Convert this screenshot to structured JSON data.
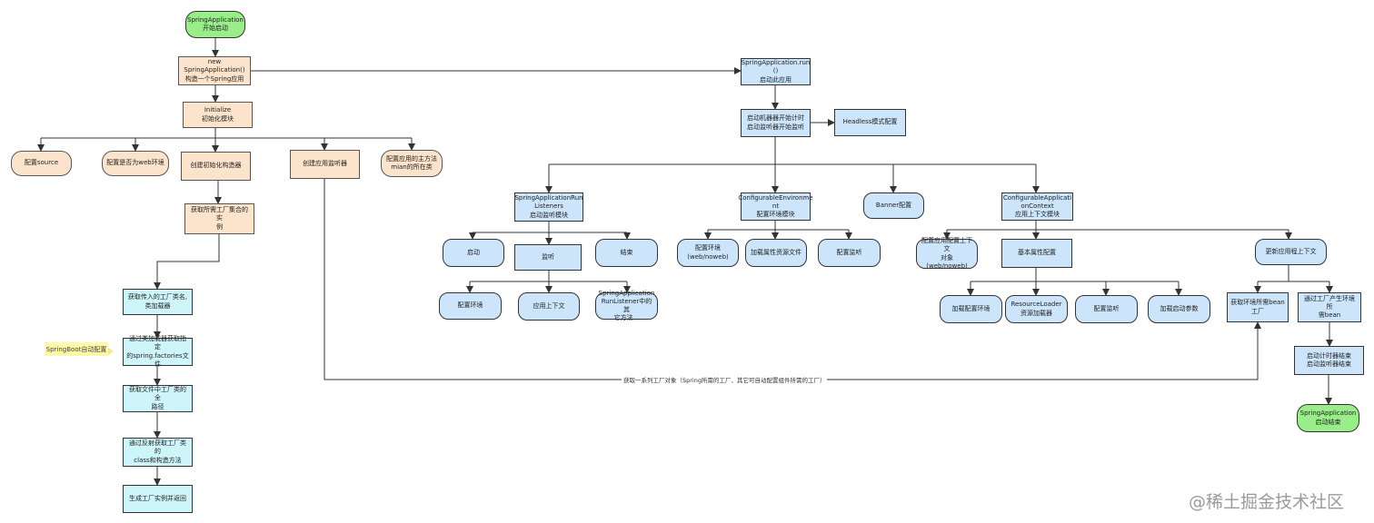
{
  "nodes": {
    "start": "SpringApplication\n开始启动",
    "new_app": "new\nSpringApplication()\n构造一个Spring应用",
    "initialize": "Initialize\n初始化模块",
    "config_source": "配置source",
    "config_web": "配置是否为web环境",
    "create_initializer": "创建初始化构造器",
    "create_listener": "创建应用监听器",
    "config_main": "配置应用的主方法\nmian的所在类",
    "get_factory_set": "获取所需工厂集合的实\n例",
    "get_factory_names": "获取传入的工厂类名,\n类加载器",
    "load_factories": "通过类加载器获取指定\n的spring.factories文件",
    "get_full_path": "获取文件中工厂类的全\n路径",
    "reflect_class": "通过反射获取工厂类的\nclass和构造方法",
    "create_instance": "生成工厂实例并返回",
    "run": "SpringApplication.run\n()\n启动此应用",
    "start_timer": "启动机器器开始计时\n启动监听器开始监听",
    "headless": "Headless模式配置",
    "run_listeners": "SpringApplicationRun\nListeners\n启动监听模块",
    "config_env": "ConfigurableEnvironme\nnt\n配置环境模块",
    "banner": "Banner配置",
    "config_ctx": "ConfigurableApplicati\nonContext\n应用上下文模块",
    "l_start": "启动",
    "l_listen": "监听",
    "l_end": "结束",
    "l_env": "配置环境",
    "l_ctx": "应用上下文",
    "l_other": "SpringApplication\nRunListener中的其\n它方法...",
    "env_web": "配置环境\n(web/noweb)",
    "env_load": "加载属性资源文件",
    "env_listen": "配置监听",
    "ctx_obj": "配置应用配置上下文\n对象\n(web/noweb)",
    "ctx_basic": "基本属性配置",
    "ctx_refresh": "更新应用程上下文",
    "basic_env": "加载配置环境",
    "basic_loader": "ResourceLoader\n资源加载器",
    "basic_listen": "配置监听",
    "basic_args": "加载启动参数",
    "get_bean_factory": "获取环境所需bean\n工厂",
    "produce_bean": "通过工厂产生环境所\n需bean",
    "stop_timer": "启动计时器结束\n启动监听器结束",
    "finish": "SpringApplication\n启动结束"
  },
  "note": "SpringBoot自动配置",
  "edge_label": "获取一系列工厂对象（Spring所需的工厂、其它可自动配置组件所需的工厂）",
  "watermark": "@稀土掘金技术社区",
  "colors": {
    "orange_fill": "#fce4cc",
    "blue_fill": "#cce5fb",
    "cyan_fill": "#cef6fa",
    "green_fill": "#9aee8a",
    "note_fill": "#fff9a8",
    "line": "#333333"
  }
}
